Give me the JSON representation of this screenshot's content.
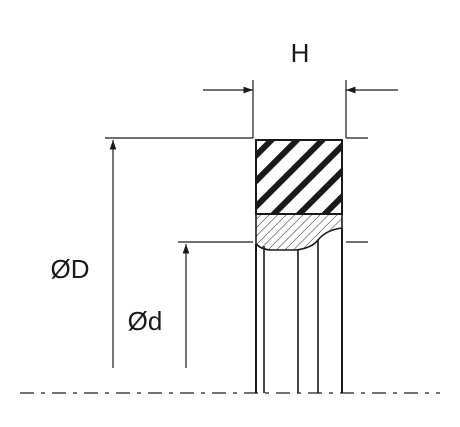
{
  "labels": {
    "width": "H",
    "outer_diameter": "ØD",
    "inner_diameter": "Ød"
  },
  "colors": {
    "line": "#1a1a1a",
    "background": "#ffffff"
  }
}
